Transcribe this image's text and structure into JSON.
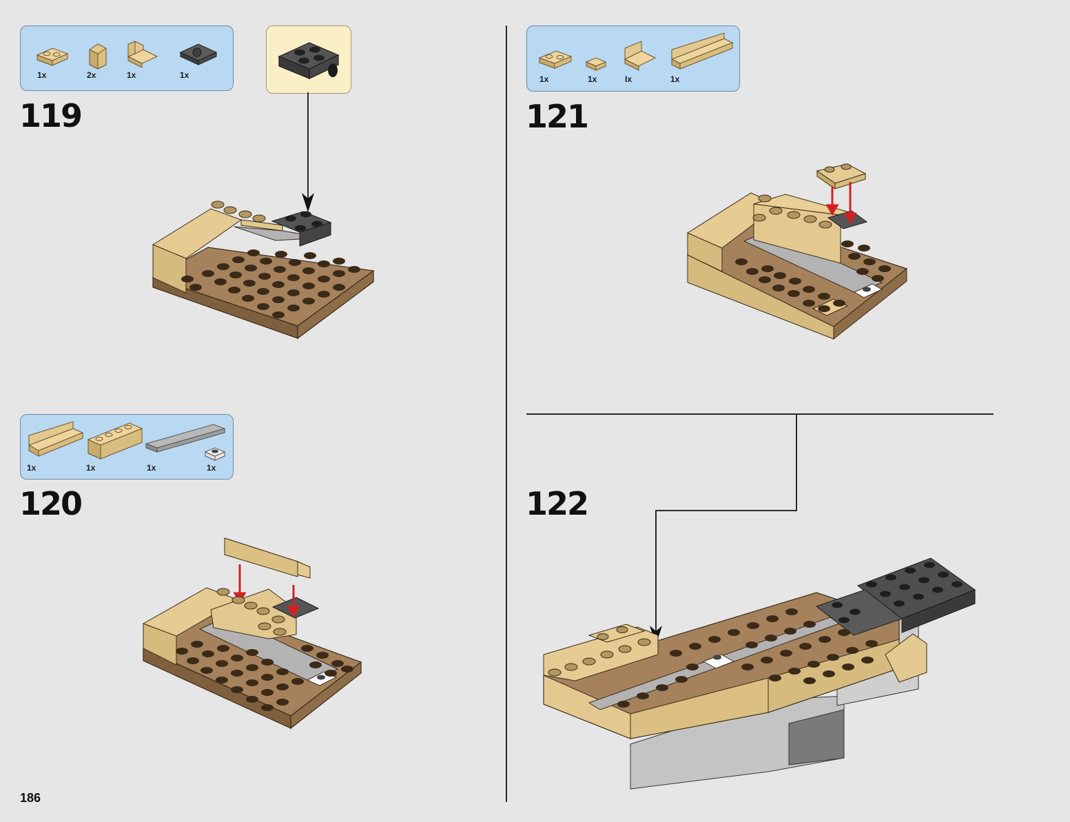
{
  "page_number": "186",
  "colors": {
    "background": "#e6e6e6",
    "parts_box": "#b9d8f2",
    "subassembly_box": "#fbefc8",
    "tan": "#e3c98f",
    "dark_tan": "#9a7b5a",
    "dark_gray": "#4a4a4a",
    "light_gray": "#a8a8a8",
    "arrow_red": "#d42020"
  },
  "steps": [
    {
      "number": "119",
      "parts": [
        {
          "qty": "1x",
          "icon": "tan-plate-1x2-icon"
        },
        {
          "qty": "2x",
          "icon": "tan-corner-panel-icon"
        },
        {
          "qty": "1x",
          "icon": "tan-panel-1x2-icon"
        },
        {
          "qty": "1x",
          "icon": "dark-gray-plate-with-pin-icon"
        }
      ],
      "subassembly_icon": "dark-gray-plate-2x2-icon"
    },
    {
      "number": "120",
      "parts": [
        {
          "qty": "1x",
          "icon": "tan-panel-1x4-icon"
        },
        {
          "qty": "1x",
          "icon": "tan-brick-1x4-icon"
        },
        {
          "qty": "1x",
          "icon": "gray-tile-1x6-icon"
        },
        {
          "qty": "1x",
          "icon": "white-plate-1x1-icon"
        }
      ]
    },
    {
      "number": "121",
      "parts": [
        {
          "qty": "1x",
          "icon": "tan-plate-1x2-icon"
        },
        {
          "qty": "1x",
          "icon": "tan-tile-1x1-icon"
        },
        {
          "qty": "Ix",
          "icon": "tan-panel-1x2-icon"
        },
        {
          "qty": "1x",
          "icon": "tan-panel-1x6-icon"
        }
      ]
    },
    {
      "number": "122",
      "parts": []
    }
  ]
}
